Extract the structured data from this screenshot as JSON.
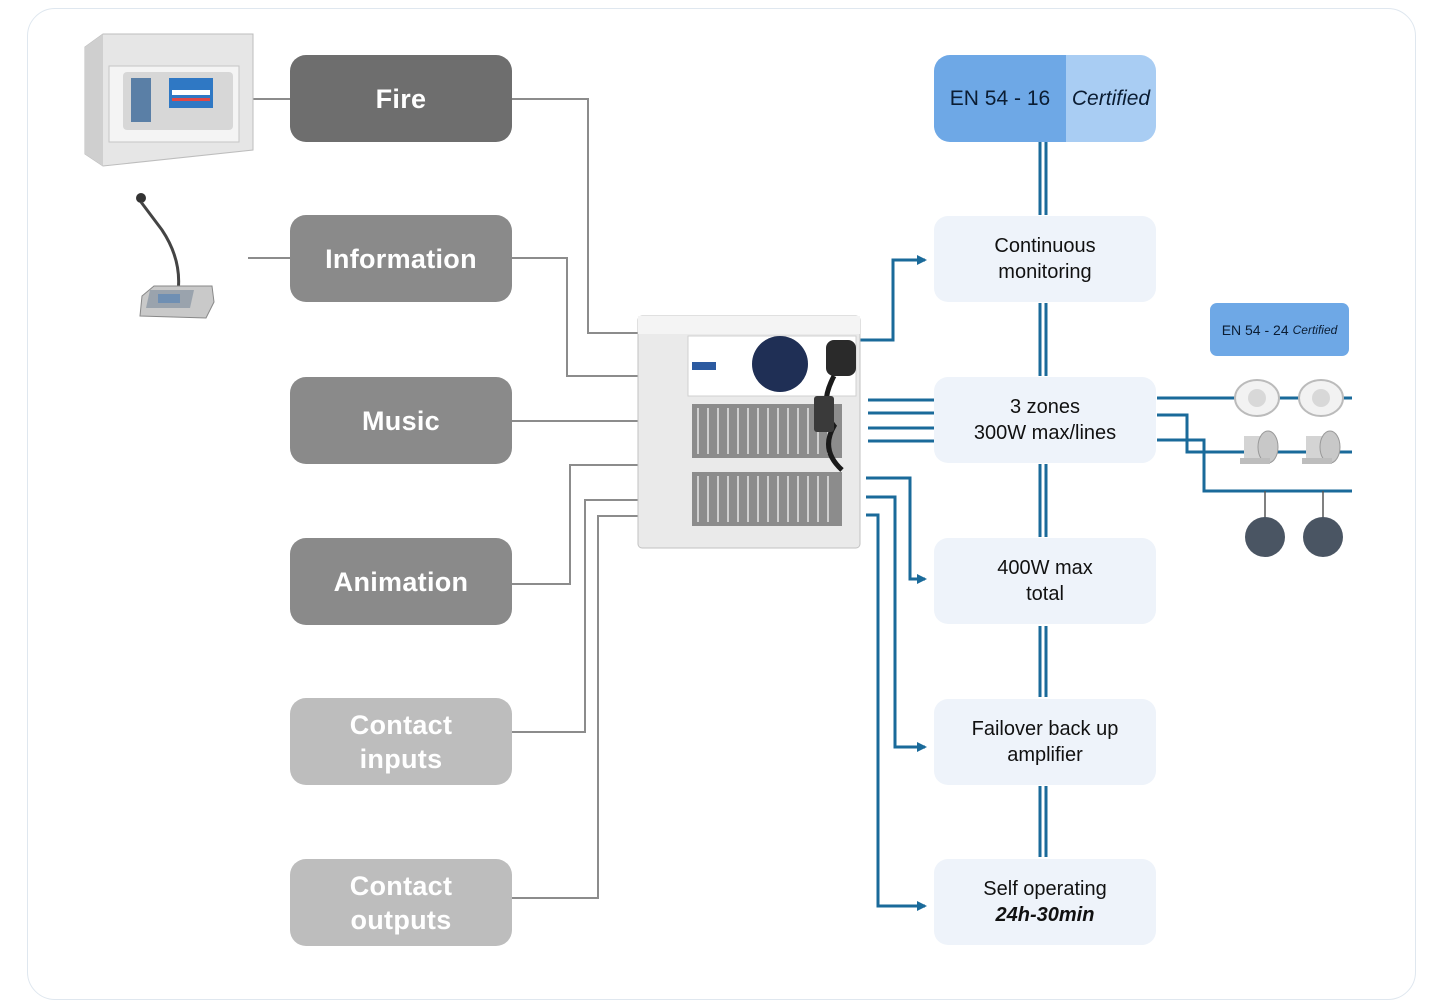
{
  "sources": [
    {
      "key": "fire",
      "label": "Fire"
    },
    {
      "key": "information",
      "label": "Information"
    },
    {
      "key": "music",
      "label": "Music"
    },
    {
      "key": "animation",
      "label": "Animation"
    },
    {
      "key": "contact_inputs",
      "label_lines": [
        "Contact",
        "inputs"
      ]
    },
    {
      "key": "contact_outputs",
      "label_lines": [
        "Contact",
        "outputs"
      ]
    }
  ],
  "certifications": {
    "main": {
      "standard": "EN 54 - 16",
      "status": "Certified"
    },
    "speakers": {
      "standard": "EN 54 - 24",
      "status": "Certified"
    }
  },
  "features": [
    {
      "key": "monitoring",
      "lines": [
        "Continuous",
        "monitoring"
      ]
    },
    {
      "key": "zones",
      "lines": [
        "3 zones",
        "300W max/lines"
      ]
    },
    {
      "key": "power",
      "lines": [
        "400W max",
        "total"
      ]
    },
    {
      "key": "failover",
      "lines": [
        "Failover back up",
        "amplifier"
      ]
    },
    {
      "key": "self_operating",
      "lines": [
        "Self operating",
        "24h-30min"
      ]
    }
  ],
  "colors": {
    "wire_grey": "#8c8c8c",
    "wire_blue": "#1a6a9a",
    "certificate_blue": "#6ea8e6",
    "feature_bg": "#eef3fa"
  },
  "icons": {
    "fire_panel": "fire-alarm-panel-icon",
    "microphone": "paging-microphone-icon",
    "central_unit": "voice-alarm-cabinet-icon",
    "ceiling_speaker": "ceiling-speaker-icon",
    "horn_speaker": "horn-speaker-icon",
    "sphere_speaker": "pendant-sphere-speaker-icon"
  }
}
